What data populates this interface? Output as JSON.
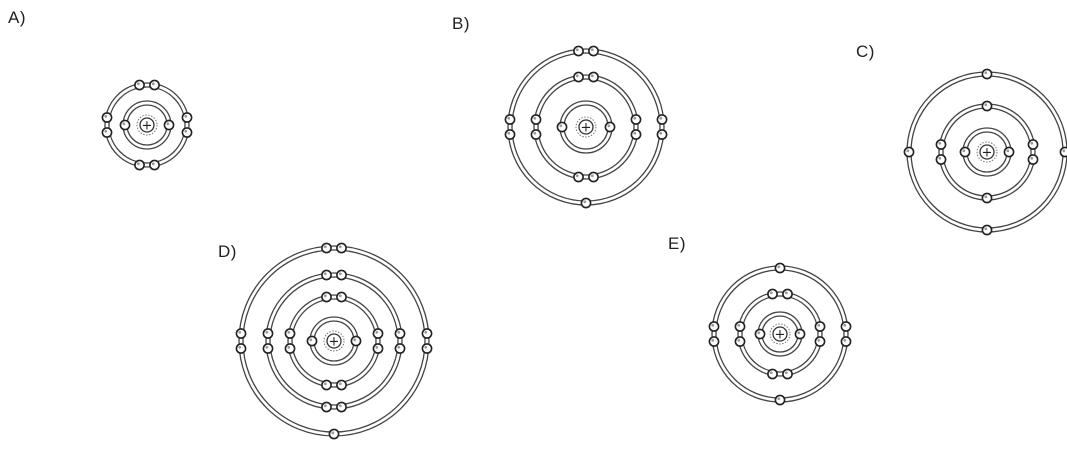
{
  "atoms": [
    {
      "label": "A)",
      "shells": [
        2,
        8
      ]
    },
    {
      "label": "B)",
      "shells": [
        2,
        8,
        7
      ]
    },
    {
      "label": "C)",
      "shells": [
        2,
        6,
        4
      ]
    },
    {
      "label": "D)",
      "shells": [
        2,
        8,
        8,
        7
      ]
    },
    {
      "label": "E)",
      "shells": [
        2,
        8,
        6
      ]
    }
  ],
  "nucleus_symbol": "+"
}
